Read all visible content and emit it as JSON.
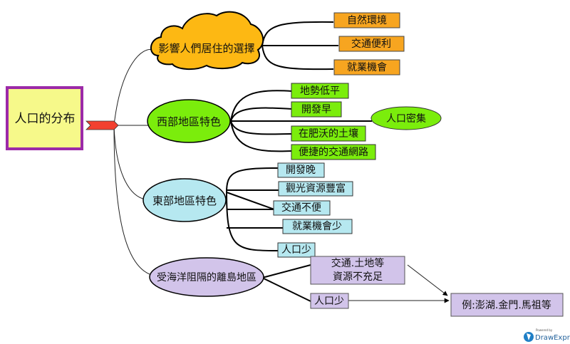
{
  "root": {
    "label": "人口的分布",
    "fill": "#f6f98a",
    "border": "#9c2aa8"
  },
  "branches": {
    "factors": {
      "label": "影響人們居住的選擇",
      "fill": "#fdb813",
      "children": [
        "自然環境",
        "交通便利",
        "就業機會"
      ],
      "child_fill": "#f7a520"
    },
    "west": {
      "label": "西部地區特色",
      "fill": "#7bed0c",
      "children": [
        "地勢低平",
        "開發早",
        "在肥沃的土壤",
        "便捷的交通網路"
      ],
      "result": "人口密集"
    },
    "east": {
      "label": "東部地區特色",
      "fill": "#b6e8f0",
      "children": [
        "開發晚",
        "觀光資源豐富",
        "交通不便",
        "就業機會少",
        "人口少"
      ]
    },
    "islands": {
      "label": "受海洋阻隔的離島地區",
      "fill": "#d2c4ea",
      "children": [
        {
          "line1": "交通.土地等",
          "line2": "資源不充足"
        },
        {
          "line1": "人口少"
        }
      ],
      "example": "例:澎湖.金門.馬祖等"
    }
  },
  "watermark": {
    "powered": "Powered by",
    "brand": "DrawExpress"
  }
}
